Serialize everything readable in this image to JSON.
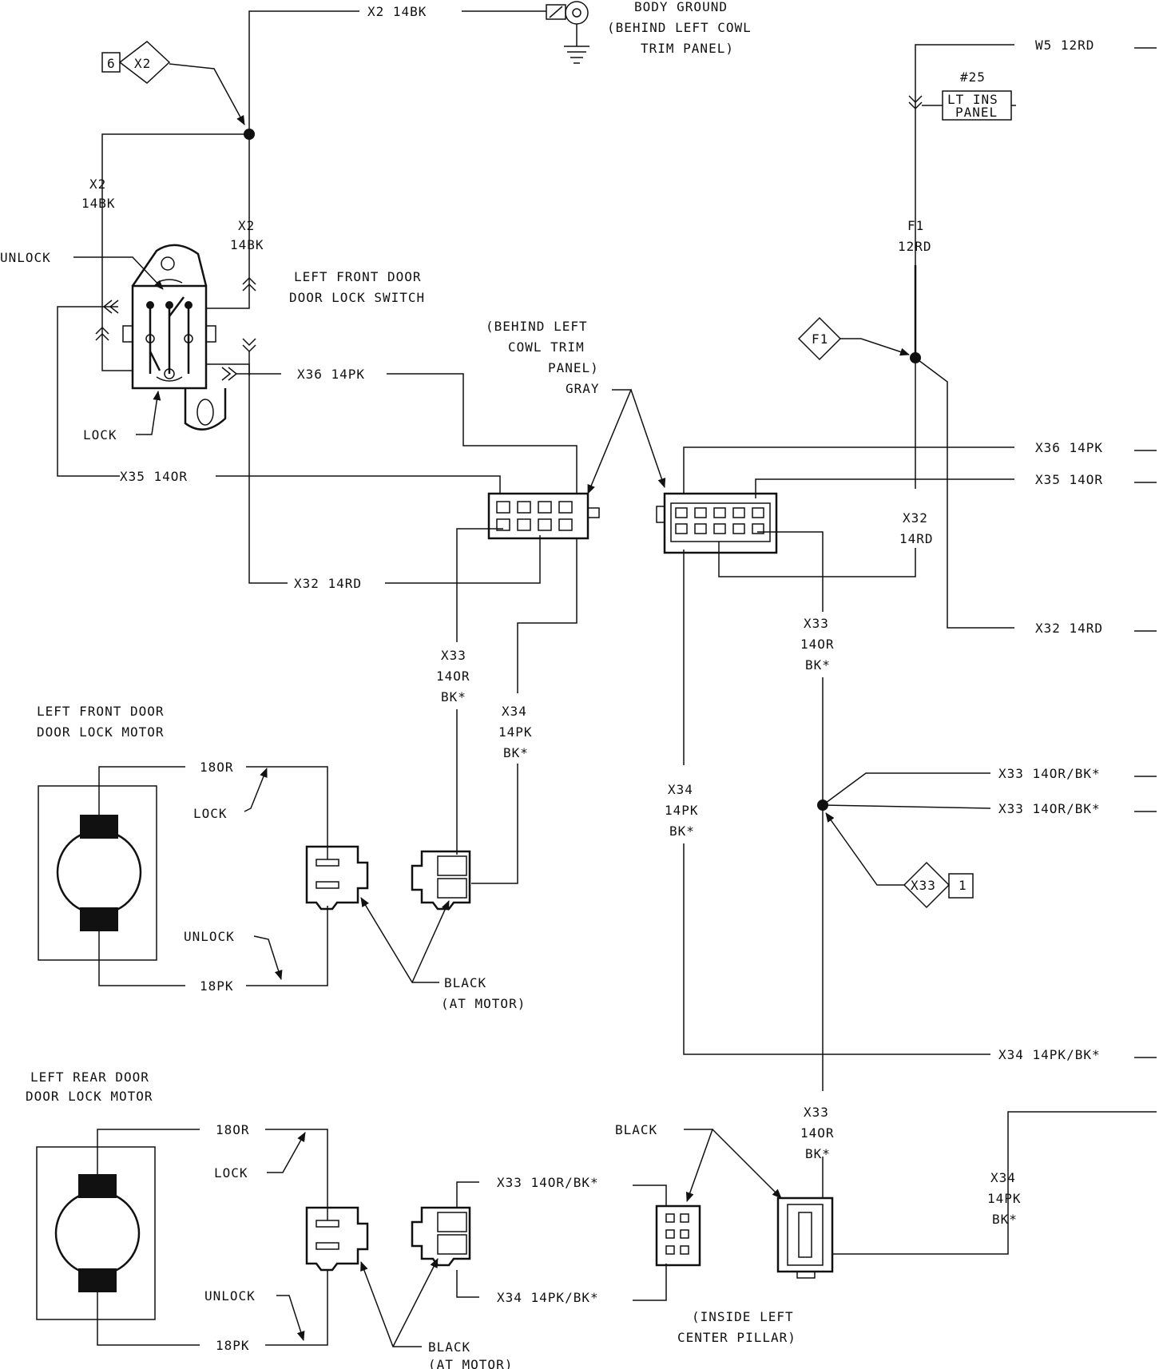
{
  "ground": {
    "wire": "X2 14BK",
    "title": "BODY GROUND",
    "loc1": "(BEHIND LEFT COWL",
    "loc2": "TRIM PANEL)"
  },
  "ref_x2": {
    "page": "6",
    "code": "X2"
  },
  "left_wires": {
    "x2_left_1": "X2",
    "x2_left_2": "14BK",
    "x2_right_1": "X2",
    "x2_right_2": "14BK",
    "x36": "X36 14PK",
    "x35": "X35 14OR",
    "x32": "X32 14RD"
  },
  "switch": {
    "unlock": "UNLOCK",
    "lock": "LOCK",
    "title1": "LEFT FRONT DOOR",
    "title2": "DOOR LOCK SWITCH"
  },
  "connector_note": {
    "l1": "(BEHIND LEFT",
    "l2": "COWL TRIM",
    "l3": "PANEL)",
    "l4": "GRAY"
  },
  "fuse": {
    "w5": "W5 12RD",
    "num": "#25",
    "box1": "LT INS",
    "box2": "PANEL",
    "f1a": "F1",
    "f1b": "12RD",
    "ref": "F1"
  },
  "right_wires": {
    "x36": "X36 14PK",
    "x35": "X35 14OR",
    "x32_mid_1": "X32",
    "x32_mid_2": "14RD",
    "x32": "X32 14RD",
    "x33a": "X33 14OR/BK*",
    "x33b": "X33 14OR/BK*",
    "x34": "X34 14PK/BK*",
    "x33_ref": "X33",
    "x33_ref_page": "1"
  },
  "vert_labels": {
    "x33_l1": "X33",
    "x33_l2": "14OR",
    "x33_l3": "BK*",
    "x34_l1": "X34",
    "x34_l2": "14PK",
    "x34_l3": "BK*",
    "x33_r1": "X33",
    "x33_r2": "14OR",
    "x33_r3": "BK*",
    "x34_r1": "X34",
    "x34_r2": "14PK",
    "x34_r3": "BK*",
    "x33_b1": "X33",
    "x33_b2": "14OR",
    "x33_b3": "BK*",
    "x34_b1": "X34",
    "x34_b2": "14PK",
    "x34_b3": "BK*"
  },
  "front_motor": {
    "title1": "LEFT FRONT DOOR",
    "title2": "DOOR LOCK MOTOR",
    "w1": "18OR",
    "lock": "LOCK",
    "unlock": "UNLOCK",
    "w2": "18PK",
    "conn1": "BLACK",
    "conn2": "(AT MOTOR)"
  },
  "rear_motor": {
    "title1": "LEFT REAR DOOR",
    "title2": "DOOR LOCK MOTOR",
    "w1": "18OR",
    "lock": "LOCK",
    "unlock": "UNLOCK",
    "w2": "18PK",
    "x33": "X33 14OR/BK*",
    "x34": "X34 14PK/BK*",
    "conn1": "BLACK",
    "conn2": "(AT MOTOR)"
  },
  "pillar": {
    "black": "BLACK",
    "loc1": "(INSIDE LEFT",
    "loc2": "CENTER PILLAR)"
  }
}
